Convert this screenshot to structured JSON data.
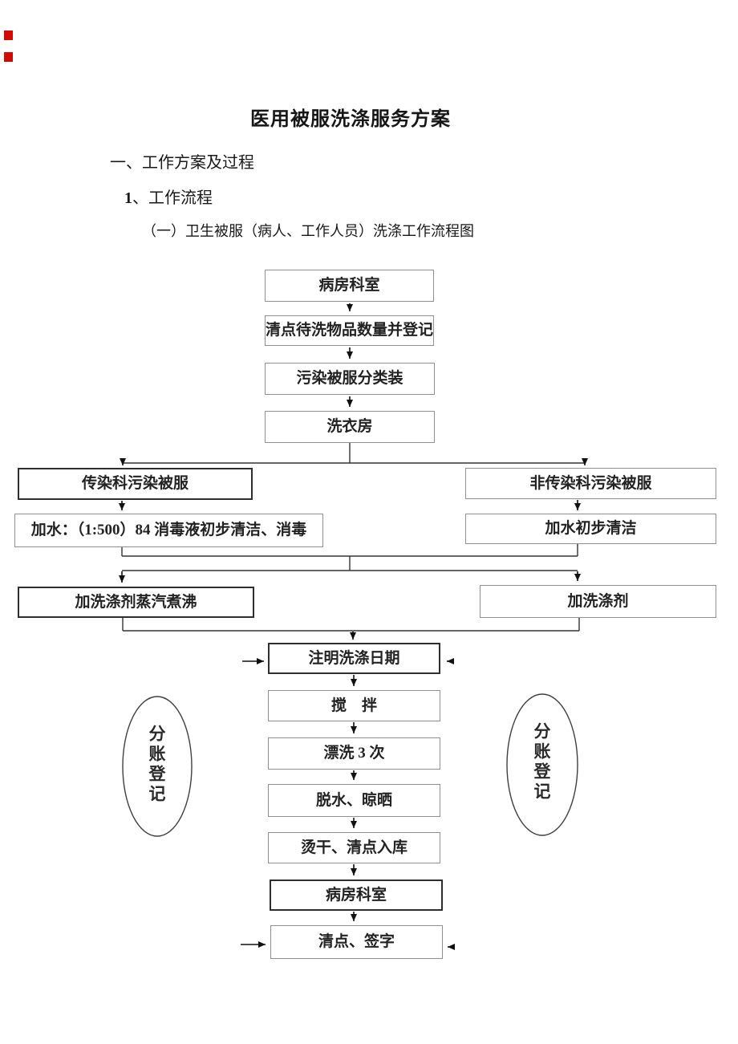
{
  "doc": {
    "title": "医用被服洗涤服务方案",
    "heading1": "一、工作方案及过程",
    "heading2_num": "1",
    "heading2_rest": "、工作流程",
    "heading3": "（一）卫生被服（病人、工作人员）洗涤工作流程图"
  },
  "flowchart": {
    "nodes": {
      "ward_top": "病房科室",
      "count_register": "清点待洗物品数量并登记",
      "sort_pack": "污染被服分类装",
      "laundry_room": "洗衣房",
      "infectious": "传染科污染被服",
      "non_infectious": "非传染科污染被服",
      "disinfect": "加水：（1:500）84 消毒液初步清洁、消毒",
      "add_water": "加水初步清洁",
      "boil": "加洗涤剂蒸汽煮沸",
      "add_detergent": "加洗涤剂",
      "mark_date": "注明洗涤日期",
      "stir": "搅　拌",
      "rinse": "漂洗 3 次",
      "dewater_dry": "脱水、晾晒",
      "iron_store": "烫干、清点入库",
      "ward_bottom": "病房科室",
      "count_sign": "清点、签字",
      "ledger_left": "分账登记",
      "ledger_right": "分账登记"
    },
    "colors": {
      "ink": "#1c1c1c",
      "line": "#333333",
      "box_border_light": "#8f8f8f",
      "box_border_dark": "#2e2e2e",
      "red_mark": "#d20a02",
      "background": "#ffffff"
    }
  }
}
